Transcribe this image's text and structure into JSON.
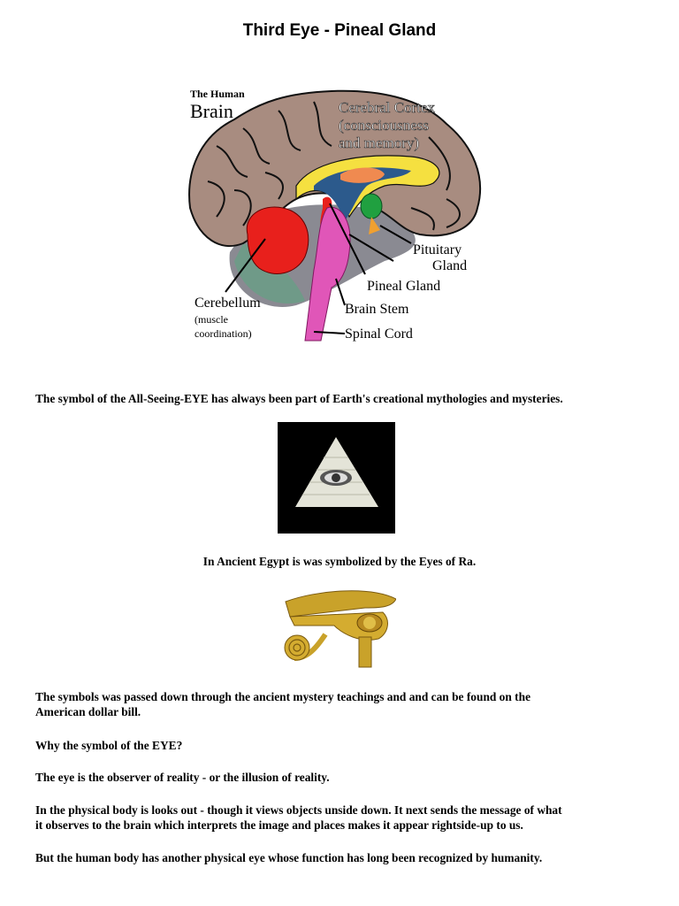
{
  "page": {
    "title": "Third Eye - Pineal Gland"
  },
  "brain_figure": {
    "heading_small": "The Human",
    "heading_large": "Brain",
    "labels": {
      "cortex_line1": "Cerebral Cortex",
      "cortex_line2": "(consciousness",
      "cortex_line3": "and memory)",
      "pituitary_line1": "Pituitary",
      "pituitary_line2": "Gland",
      "pineal": "Pineal Gland",
      "brain_stem": "Brain Stem",
      "spinal_cord": "Spinal Cord",
      "cerebellum": "Cerebellum",
      "cerebellum_note1": "(muscle",
      "cerebellum_note2": "coordination)"
    }
  },
  "paragraphs": {
    "p1": "The symbol of the All-Seeing-EYE has always been part of Earth's creational mythologies and mysteries.",
    "p2": "In Ancient Egypt is was symbolized by the Eyes of Ra.",
    "p3_line1": "The symbols was passed down through the ancient mystery teachings and and can be found on the",
    "p3_line2": "American dollar bill.",
    "p4": "Why the symbol of the EYE?",
    "p5": "The eye is the observer of reality - or the illusion of reality.",
    "p6_line1": "In the physical body is looks out - though it views objects unside down. It next sends the message of what",
    "p6_line2": "it observes to the brain which interprets the image and places makes it appear rightside-up to us.",
    "p7": "But the human body has another physical eye whose function has long been recognized by humanity."
  },
  "colors": {
    "cortex": "#a88c80",
    "cerebellum": "#e8201c",
    "brainstem": "#e056b8",
    "corpus_callosum": "#f5e040",
    "ventricle": "#2c5a8c",
    "pituitary": "#20a040",
    "gold": "#c9a22a"
  }
}
